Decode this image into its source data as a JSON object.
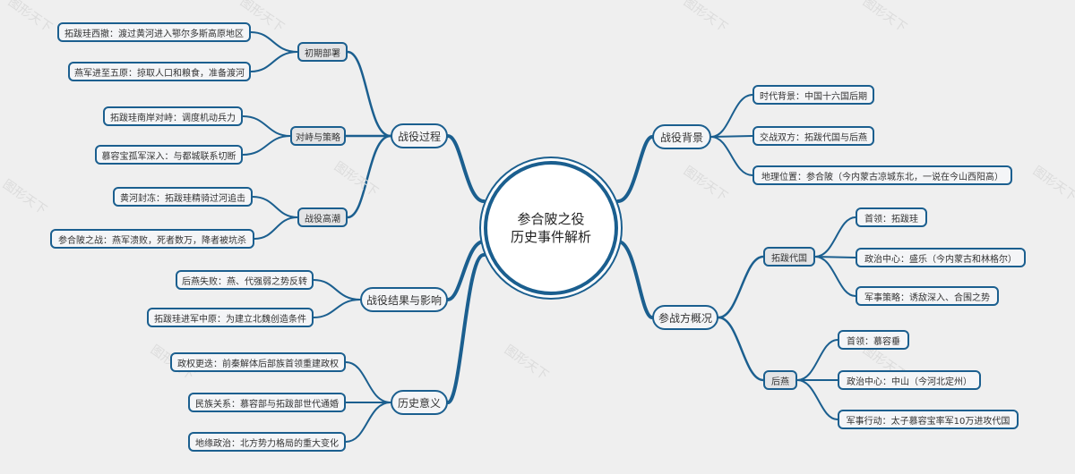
{
  "colors": {
    "line": "#1b5f8f",
    "background": "#efefef",
    "watermark": "#dcdcdc"
  },
  "watermark_text": "图形天下",
  "root": {
    "line1": "参合陂之役",
    "line2": "历史事件解析"
  },
  "left": {
    "process": {
      "label": "战役过程",
      "early": {
        "label": "初期部署",
        "items": [
          "拓跋珪西撤：渡过黄河进入鄂尔多斯高原地区",
          "燕军进至五原：掠取人口和粮食，准备渡河"
        ]
      },
      "standoff": {
        "label": "对峙与策略",
        "items": [
          "拓跋珪南岸对峙：调度机动兵力",
          "慕容宝孤军深入：与都城联系切断"
        ]
      },
      "climax": {
        "label": "战役高潮",
        "items": [
          "黄河封冻：拓跋珪精骑过河追击",
          "参合陂之战：燕军溃败，死者数万，降者被坑杀"
        ]
      }
    },
    "result": {
      "label": "战役结果与影响",
      "items": [
        "后燕失败：燕、代强弱之势反转",
        "拓跋珪进军中原：为建立北魏创造条件"
      ]
    },
    "significance": {
      "label": "历史意义",
      "items": [
        "政权更迭：前秦解体后部族首领重建政权",
        "民族关系：慕容部与拓跋部世代通婚",
        "地缘政治：北方势力格局的重大变化"
      ]
    }
  },
  "right": {
    "background": {
      "label": "战役背景",
      "items": [
        "时代背景：中国十六国后期",
        "交战双方：拓跋代国与后燕",
        "地理位置：参合陂（今内蒙古凉城东北，一说在今山西阳高）"
      ]
    },
    "parties": {
      "label": "参战方概况",
      "dai": {
        "label": "拓跋代国",
        "items": [
          "首领：拓跋珪",
          "政治中心：盛乐（今内蒙古和林格尔）",
          "军事策略：诱敌深入、合围之势"
        ]
      },
      "yan": {
        "label": "后燕",
        "items": [
          "首领：慕容垂",
          "政治中心：中山（今河北定州）",
          "军事行动：太子慕容宝率军10万进攻代国"
        ]
      }
    }
  }
}
